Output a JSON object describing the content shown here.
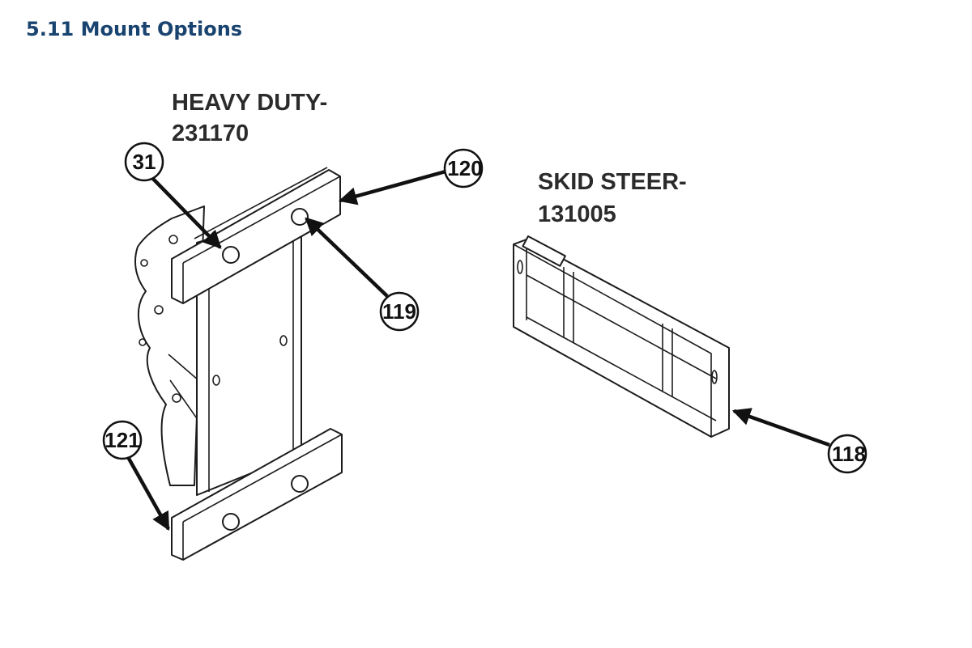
{
  "section": {
    "title": "5.11 Mount Options"
  },
  "groups": [
    {
      "name_line1": "HEAVY DUTY-",
      "name_line2": "231170"
    },
    {
      "name_line1": "SKID STEER-",
      "name_line2": "131005"
    }
  ],
  "callouts": {
    "c31": "31",
    "c120": "120",
    "c119": "119",
    "c121": "121",
    "c118": "118"
  }
}
